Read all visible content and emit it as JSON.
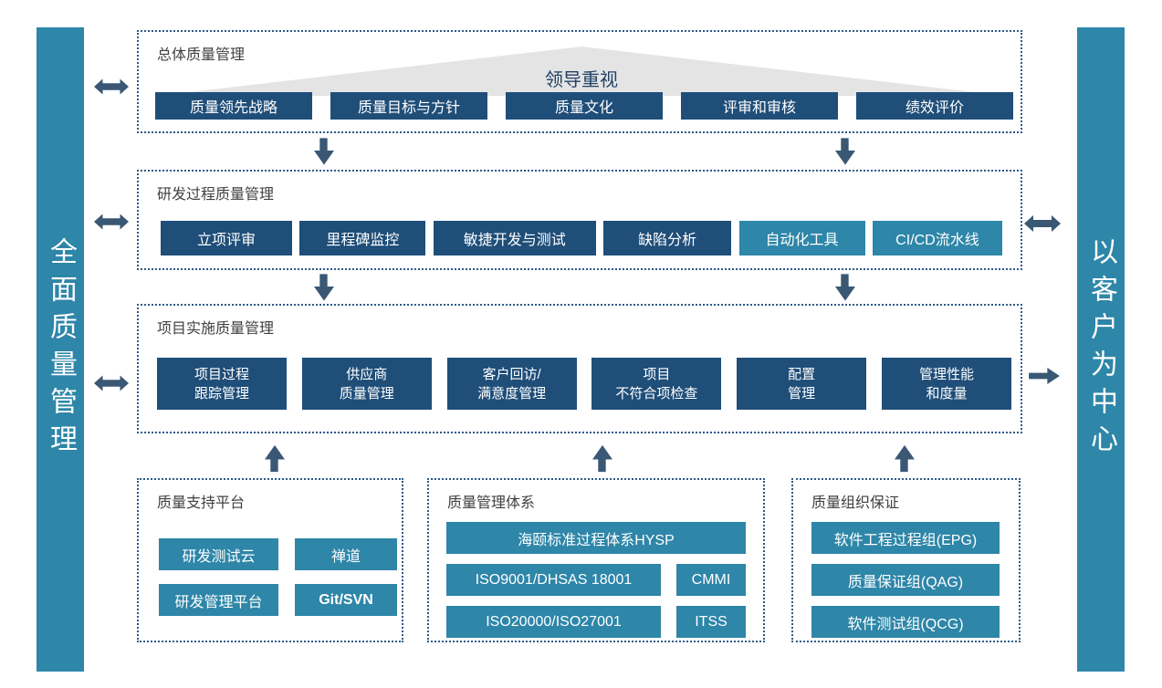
{
  "banners": {
    "left": "全面质量管理",
    "right": "以客户为中心"
  },
  "sections": {
    "overall": {
      "title": "总体质量管理",
      "triangle_label": "领导重视",
      "items": [
        "质量领先战略",
        "质量目标与方针",
        "质量文化",
        "评审和审核",
        "绩效评价"
      ]
    },
    "rd_process": {
      "title": "研发过程质量管理",
      "items": [
        {
          "label": "立项评审",
          "style": "navy"
        },
        {
          "label": "里程碑监控",
          "style": "navy"
        },
        {
          "label": "敏捷开发与测试",
          "style": "navy"
        },
        {
          "label": "缺陷分析",
          "style": "navy"
        },
        {
          "label": "自动化工具",
          "style": "teal"
        },
        {
          "label": "CI/CD流水线",
          "style": "teal"
        }
      ]
    },
    "project_impl": {
      "title": "项目实施质量管理",
      "items": [
        {
          "line1": "项目过程",
          "line2": "跟踪管理"
        },
        {
          "line1": "供应商",
          "line2": "质量管理"
        },
        {
          "line1": "客户回访/",
          "line2": "满意度管理"
        },
        {
          "line1": "项目",
          "line2": "不符合项检查"
        },
        {
          "line1": "配置",
          "line2": "管理"
        },
        {
          "line1": "管理性能",
          "line2": "和度量"
        }
      ]
    },
    "support_platform": {
      "title": "质量支持平台",
      "items": [
        "研发测试云",
        "禅道",
        "研发管理平台",
        "Git/SVN"
      ]
    },
    "quality_system": {
      "title": "质量管理体系",
      "wide_item": "海颐标准过程体系HYSP",
      "rows": [
        {
          "left": "ISO9001/DHSAS 18001",
          "right": "CMMI"
        },
        {
          "left": "ISO20000/ISO27001",
          "right": "ITSS"
        }
      ]
    },
    "quality_org": {
      "title": "质量组织保证",
      "items": [
        "软件工程过程组(EPG)",
        "质量保证组(QAG)",
        "软件测试组(QCG)"
      ]
    }
  },
  "icons": {
    "bidirectional_arrow": "↔",
    "down_arrow": "↓",
    "up_arrow": "↑",
    "right_arrow": "→"
  },
  "colors": {
    "navy_block": "#1F4E79",
    "teal_block": "#2E86A8",
    "arrow": "#3A5874",
    "dotted_border": "#2C5A88",
    "triangle_bg": "#E4E4E4",
    "triangle_text": "#1F4166",
    "title_text": "#404040"
  }
}
